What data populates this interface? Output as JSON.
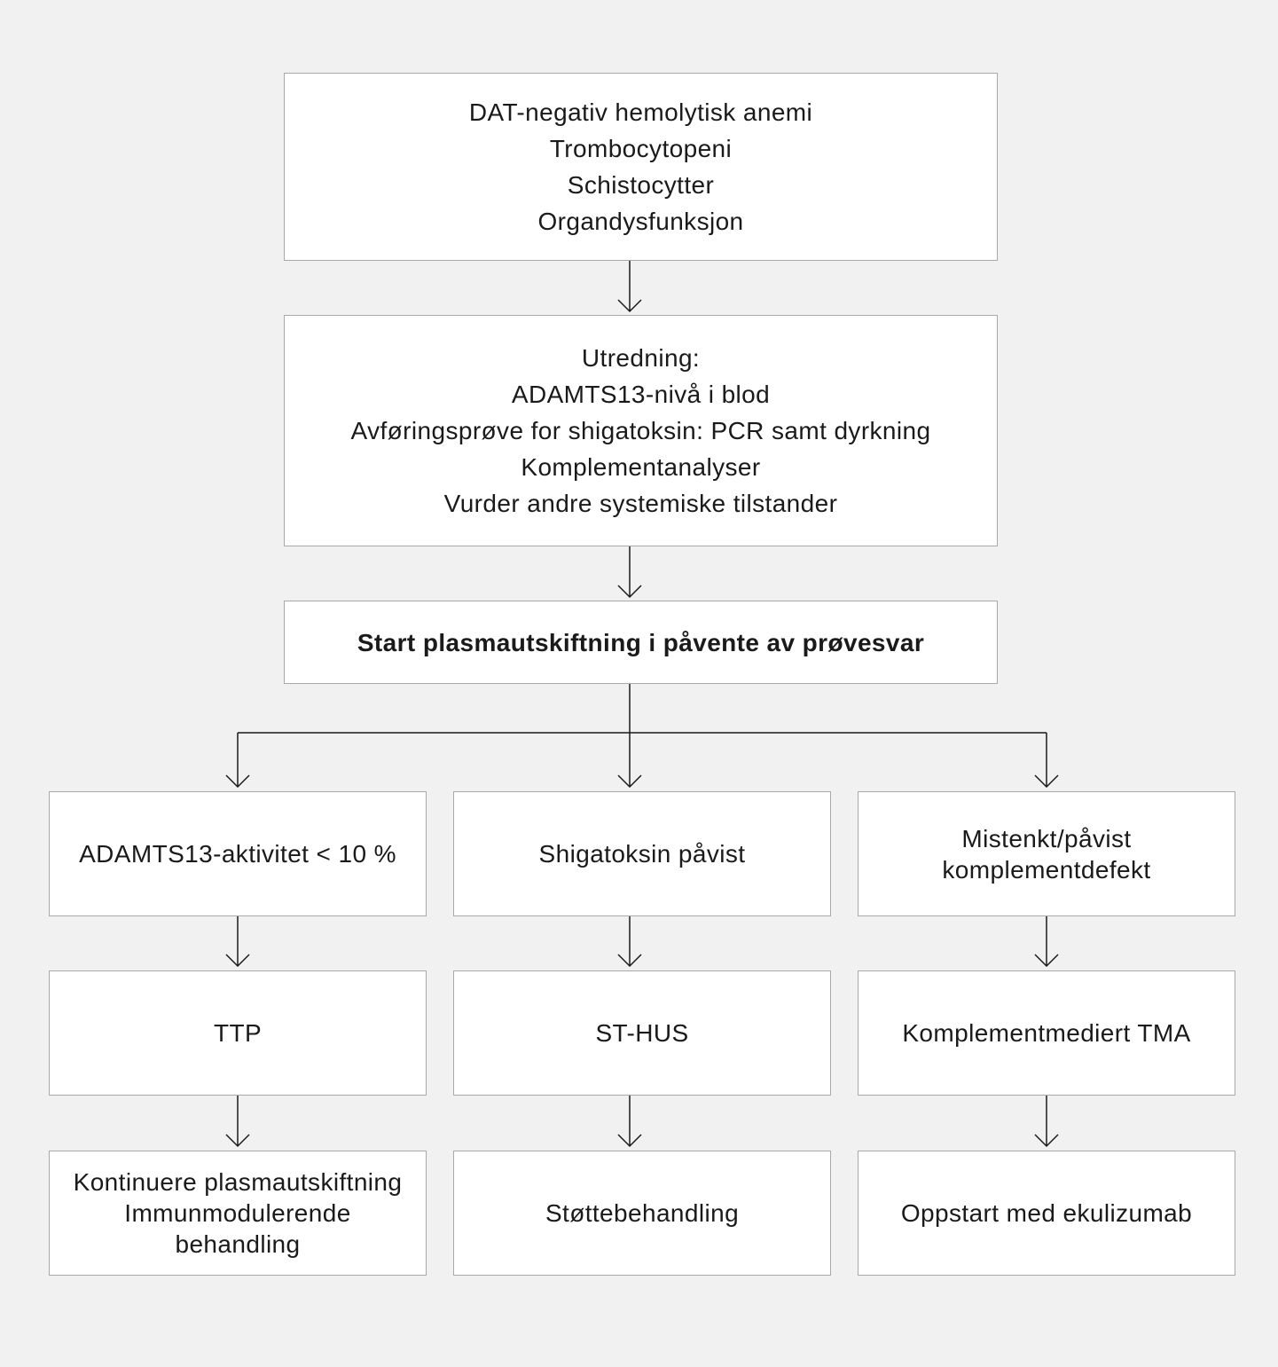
{
  "diagram": {
    "symptoms": {
      "lines": [
        "DAT-negativ hemolytisk anemi",
        "Trombocytopeni",
        "Schistocytter",
        "Organdysfunksjon"
      ]
    },
    "investigation": {
      "lines": [
        "Utredning:",
        "ADAMTS13-nivå i blod",
        "Avføringsprøve for shigatoksin: PCR samt dyrkning",
        "Komplementanalyser",
        "Vurder andre systemiske tilstander"
      ]
    },
    "start": {
      "text": "Start plasmautskiftning i påvente av prøvesvar"
    },
    "branches": [
      {
        "finding": [
          "ADAMTS13-aktivitet < 10 %"
        ],
        "diagnosis": "TTP",
        "treatment": [
          "Kontinuere plasmautskiftning",
          "Immunmodulerende",
          "behandling"
        ]
      },
      {
        "finding": [
          "Shigatoksin påvist"
        ],
        "diagnosis": "ST-HUS",
        "treatment": [
          "Støttebehandling"
        ]
      },
      {
        "finding": [
          "Mistenkt/påvist",
          "komplementdefekt"
        ],
        "diagnosis": "Komplementmediert TMA",
        "treatment": [
          "Oppstart med ekulizumab"
        ]
      }
    ]
  },
  "colors": {
    "background": "#f2f1f1",
    "box_fill": "#ffffff",
    "box_border": "#a9a9a9",
    "text": "#1a1a1a",
    "connector": "#1a1a1a"
  }
}
